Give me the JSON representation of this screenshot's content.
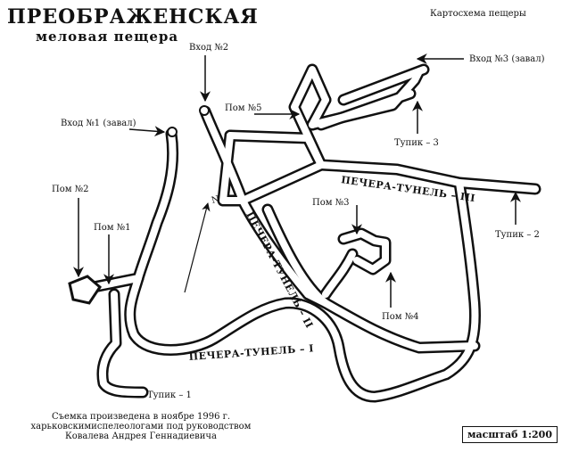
{
  "header": {
    "title": "ПРЕОБРАЖЕНСКАЯ",
    "subtitle": "меловая пещера",
    "map_type": "Картосхема пещеры"
  },
  "labels": {
    "entrance1": "Вход №1 (завал)",
    "entrance2": "Вход №2",
    "entrance3": "Вход №3 (завал)",
    "room1": "Пом №1",
    "room2": "Пом №2",
    "room3": "Пом №3",
    "room4": "Пом №4",
    "room5": "Пом №5",
    "deadend1": "Тупик – 1",
    "deadend2": "Тупик – 2",
    "deadend3": "Тупик – 3",
    "tunnel1": "ПЕЧЕРА-ТУНЕЛЬ – I",
    "tunnel2": "ПЕЧЕРА-ТУНЕЛЬ – II",
    "tunnel3": "ПЕЧЕРА-ТУНЕЛЬ – III",
    "north": "N"
  },
  "credits": {
    "line1": "Съемка произведена в ноябре 1996 г.",
    "line2": "харьковскимиспелеологами под руководством",
    "line3": "Ковалева Андрея Геннадиевича"
  },
  "scale": "масштаб 1:200",
  "colors": {
    "ink": "#111111",
    "paper": "#ffffff"
  }
}
